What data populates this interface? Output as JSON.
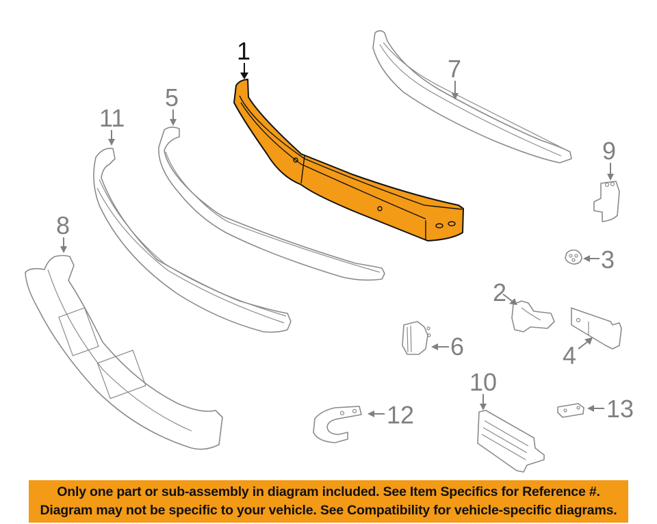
{
  "diagram": {
    "highlight_color": "#f39a17",
    "line_color": "#8a8a8a",
    "highlighted_part": "1",
    "callouts": [
      {
        "id": "1",
        "label": "1",
        "part": "bumper-reinforcement",
        "highlighted": true
      },
      {
        "id": "2",
        "label": "2",
        "part": "bracket"
      },
      {
        "id": "3",
        "label": "3",
        "part": "grommet"
      },
      {
        "id": "4",
        "label": "4",
        "part": "mounting-arm"
      },
      {
        "id": "5",
        "label": "5",
        "part": "bumper-molding"
      },
      {
        "id": "6",
        "label": "6",
        "part": "end-cap"
      },
      {
        "id": "7",
        "label": "7",
        "part": "upper-filler"
      },
      {
        "id": "8",
        "label": "8",
        "part": "lower-valance"
      },
      {
        "id": "9",
        "label": "9",
        "part": "side-bracket"
      },
      {
        "id": "10",
        "label": "10",
        "part": "license-bracket"
      },
      {
        "id": "11",
        "label": "11",
        "part": "bumper-cover"
      },
      {
        "id": "12",
        "label": "12",
        "part": "tow-hook"
      },
      {
        "id": "13",
        "label": "13",
        "part": "retainer-plate"
      }
    ]
  },
  "banner": {
    "line1": "Only one part or sub-assembly in diagram included. See Item Specifics for Reference #.",
    "line2": "Diagram may not be specific to your vehicle. See Compatibility for vehicle-specific diagrams.",
    "background": "#f39a17"
  }
}
